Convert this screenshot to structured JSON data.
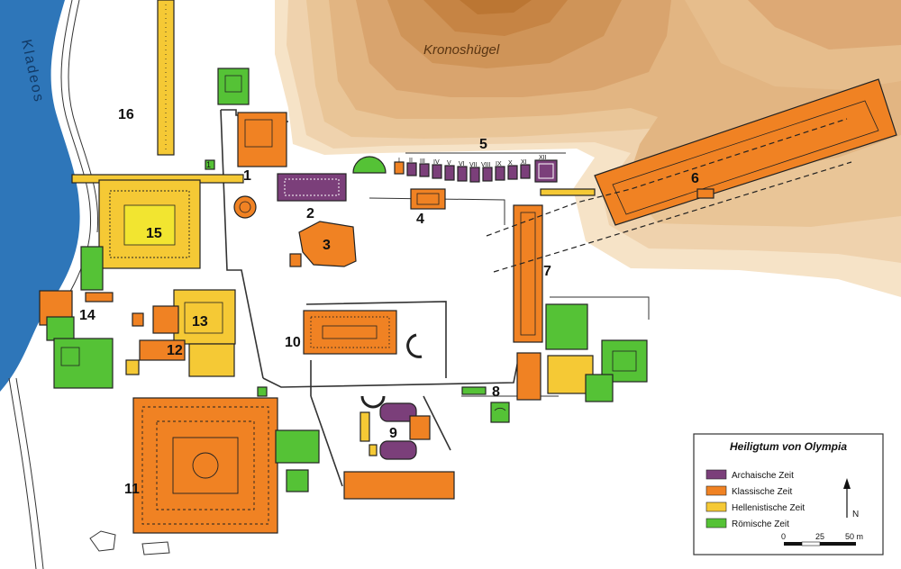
{
  "map": {
    "hill_label": "Kronoshügel",
    "river_label": "Kladeos",
    "markers": [
      "1",
      "2",
      "3",
      "4",
      "5",
      "6",
      "7",
      "8",
      "9",
      "10",
      "11",
      "12",
      "13",
      "14",
      "15",
      "16"
    ],
    "treasury_numerals": [
      "I",
      "II",
      "III",
      "IV",
      "V",
      "VI",
      "VII",
      "VIII",
      "IX",
      "X",
      "XI",
      "XII"
    ],
    "small_marker": "1"
  },
  "legend": {
    "title": "Heiligtum von Olympia",
    "items": [
      {
        "label": "Archaische Zeit",
        "color": "#7b3f7a"
      },
      {
        "label": "Klassische Zeit",
        "color": "#f08223"
      },
      {
        "label": "Hellenistische Zeit",
        "color": "#f5c935"
      },
      {
        "label": "Römische Zeit",
        "color": "#55c236"
      }
    ],
    "north_label": "N",
    "scale_labels": [
      "0",
      "25",
      "50 m"
    ]
  },
  "colors": {
    "archaic": "#7b3f7a",
    "classical": "#f08223",
    "hellenistic": "#f5c935",
    "roman": "#55c236",
    "river": "#2e76b9",
    "hill_light": "#f2d9b6",
    "hill_dark": "#c27a38"
  }
}
